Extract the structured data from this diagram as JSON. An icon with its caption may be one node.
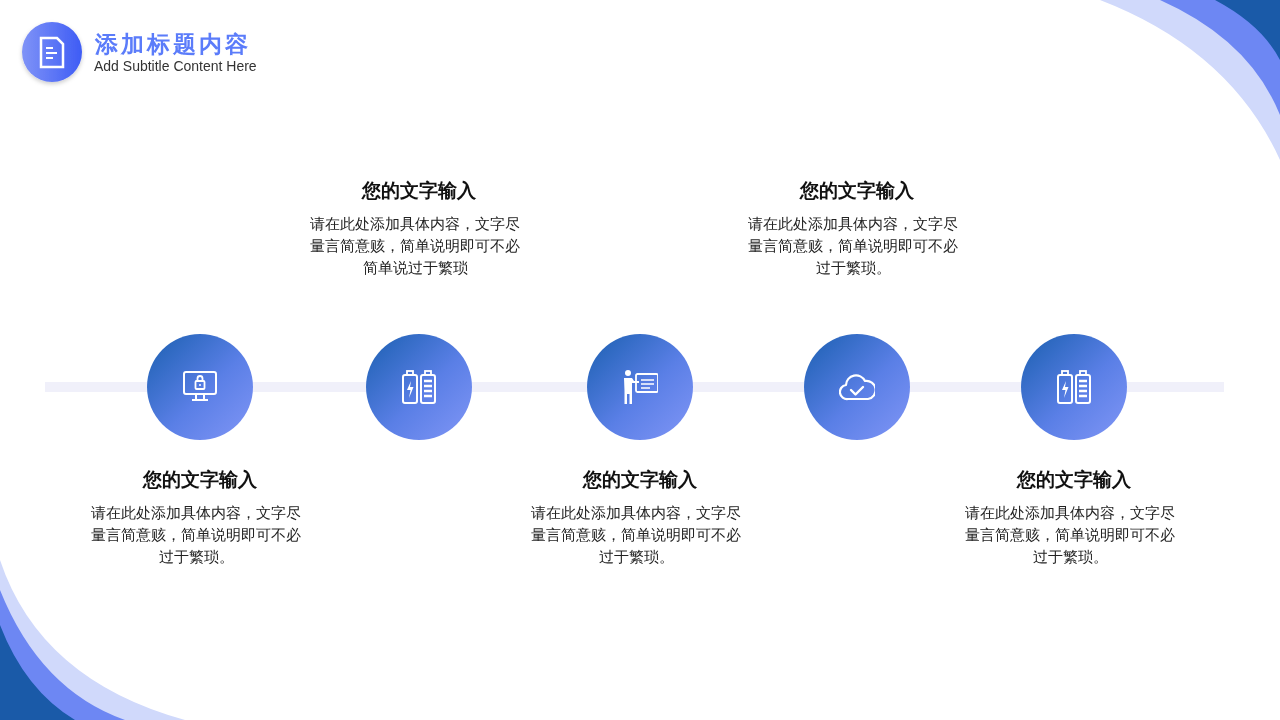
{
  "diagram": {
    "title": "添加标题内容",
    "nodes": [
      {
        "text": [],
        "shape": "circle",
        "beside": [
          "您的文字输入",
          "请在此处添加具体内容，文字尽量言简意赅，简单说明即可不必过于繁琐。"
        ]
      },
      {
        "text": [],
        "shape": "circle",
        "beside": [
          "您的文字输入",
          "请在此处添加具体内容，文字尽量言简意赅，简单说明即可不必简单说过于繁琐"
        ]
      },
      {
        "text": [],
        "shape": "circle",
        "beside": [
          "您的文字输入",
          "请在此处添加具体内容，文字尽量言简意赅，简单说明即可不必过于繁琐。"
        ]
      },
      {
        "text": [],
        "shape": "circle",
        "beside": [
          "您的文字输入",
          "请在此处添加具体内容，文字尽量言简意赅，简单说明即可不必过于繁琐。"
        ]
      },
      {
        "text": [],
        "shape": "circle",
        "beside": [
          "您的文字输入",
          "请在此处添加具体内容，文字尽量言简意赅，简单说明即可不必过于繁琐。"
        ]
      }
    ],
    "edges": [
      {
        "from": null,
        "to": 0,
        "arrow": "none"
      },
      {
        "from": 0,
        "to": 1,
        "arrow": "none"
      },
      {
        "from": 1,
        "to": 2,
        "arrow": "none"
      },
      {
        "from": 2,
        "to": 3,
        "arrow": "none"
      },
      {
        "from": 3,
        "to": 4,
        "arrow": "none"
      },
      {
        "from": 4,
        "to": null,
        "arrow": "none"
      }
    ],
    "labels": [
      "Add Subtitle Content Here"
    ]
  }
}
